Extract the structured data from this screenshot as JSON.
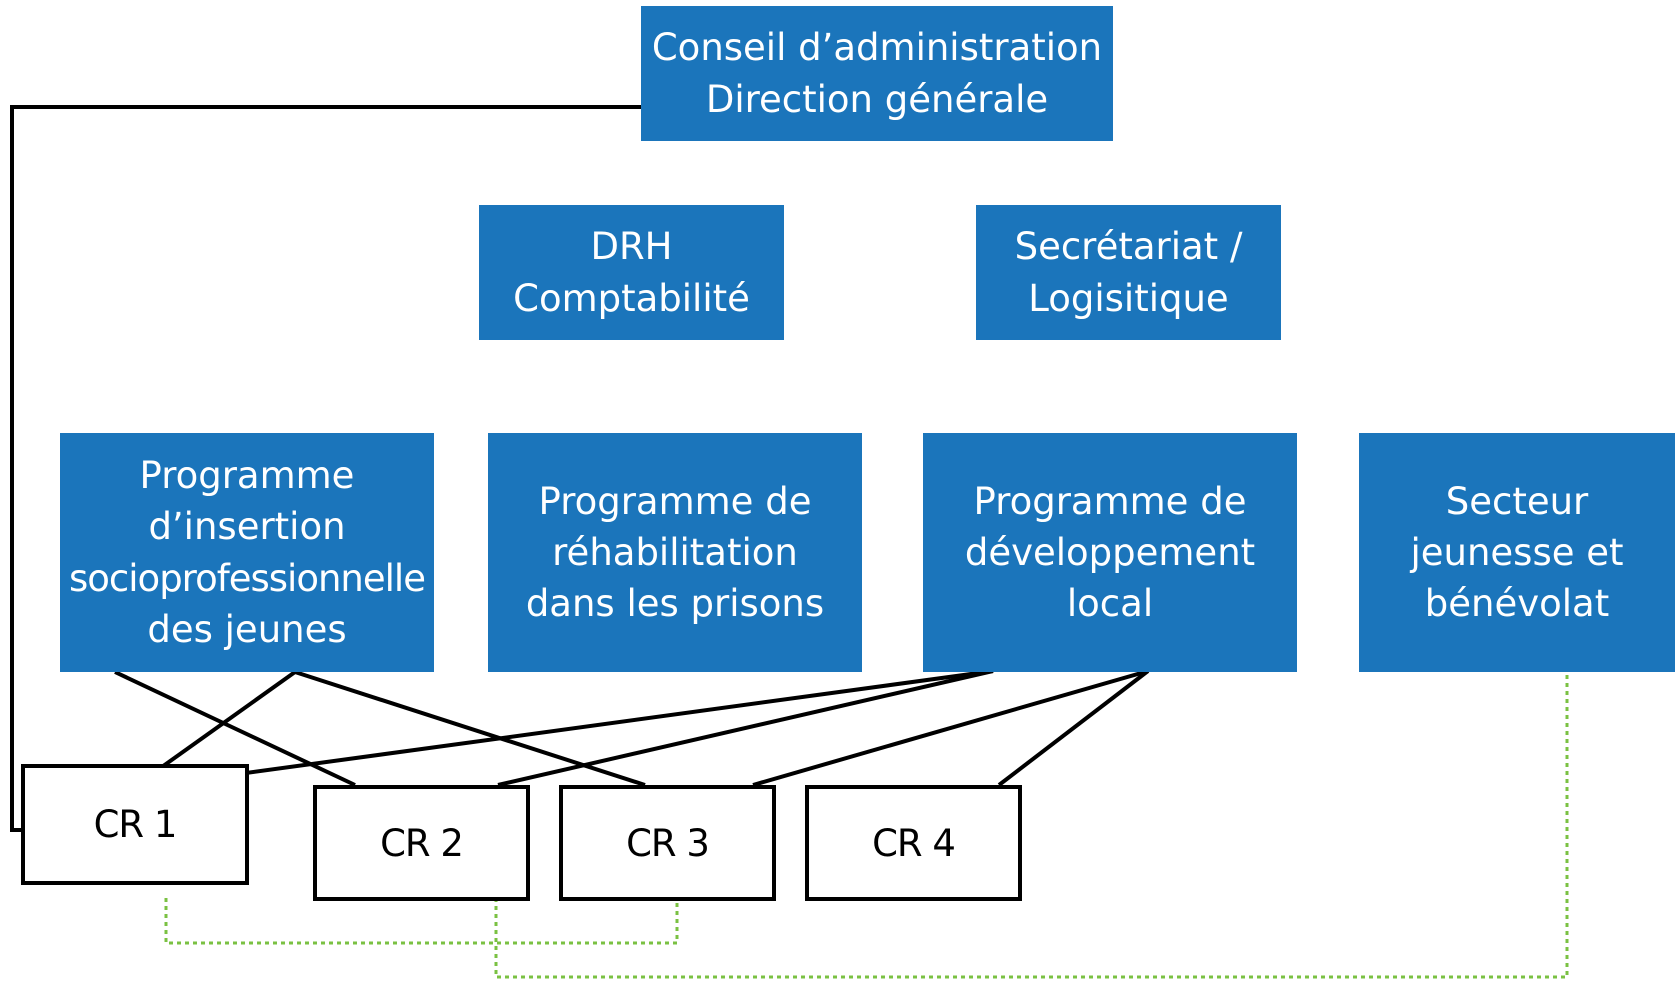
{
  "colors": {
    "box_fill": "#1b75bb",
    "connector": "#000000",
    "dotted_connector": "#7ac142"
  },
  "top": {
    "line1": "Conseil d’administration",
    "line2": "Direction générale"
  },
  "support": [
    {
      "line1": "DRH",
      "line2": "Comptabilité"
    },
    {
      "line1": "Secrétariat /",
      "line2": "Logisitique"
    }
  ],
  "programs": [
    {
      "lines": [
        "Programme",
        "d’insertion",
        "socioprofessionnelle",
        "des jeunes"
      ]
    },
    {
      "lines": [
        "Programme de",
        "réhabilitation",
        "dans les prisons"
      ]
    },
    {
      "lines": [
        "Programme de",
        "développement",
        "local"
      ]
    },
    {
      "lines": [
        "Secteur",
        "jeunesse et",
        "bénévolat"
      ]
    }
  ],
  "centers": [
    {
      "label": "CR 1"
    },
    {
      "label": "CR 2"
    },
    {
      "label": "CR 3"
    },
    {
      "label": "CR 4"
    }
  ]
}
